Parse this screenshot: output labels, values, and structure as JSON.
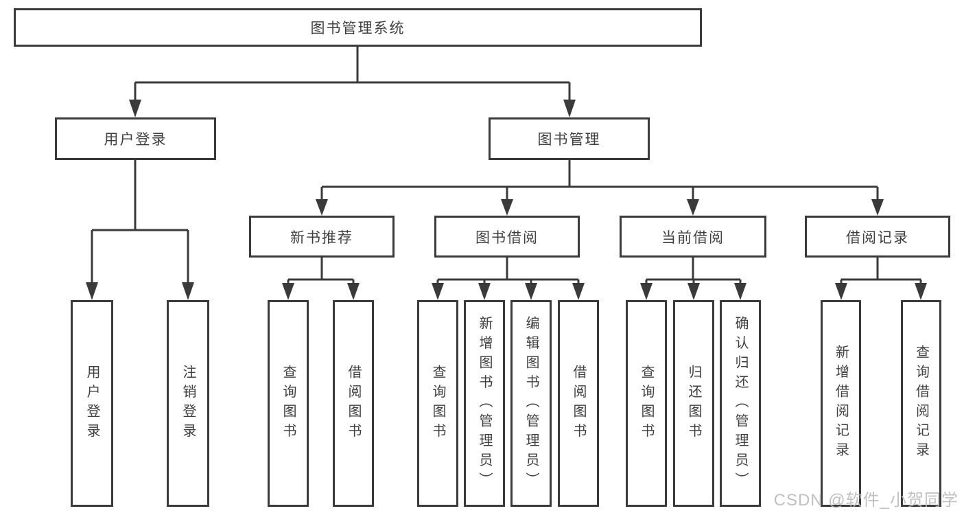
{
  "tree": {
    "root": {
      "label": "图书管理系统"
    },
    "branches": [
      {
        "label": "用户登录",
        "children": [
          {
            "label": "用户登录"
          },
          {
            "label": "注销登录"
          }
        ]
      },
      {
        "label": "图书管理",
        "children": [
          {
            "label": "新书推荐",
            "children": [
              {
                "label": "查询图书"
              },
              {
                "label": "借阅图书"
              }
            ]
          },
          {
            "label": "图书借阅",
            "children": [
              {
                "label": "查询图书"
              },
              {
                "label": "新增图书（管理员）"
              },
              {
                "label": "编辑图书（管理员）"
              },
              {
                "label": "借阅图书"
              }
            ]
          },
          {
            "label": "当前借阅",
            "children": [
              {
                "label": "查询图书"
              },
              {
                "label": "归还图书"
              },
              {
                "label": "确认归还（管理员）"
              }
            ]
          },
          {
            "label": "借阅记录",
            "children": [
              {
                "label": "新增借阅记录"
              },
              {
                "label": "查询借阅记录"
              }
            ]
          }
        ]
      }
    ]
  },
  "watermark": {
    "text": "CSDN @软件_小贺同学"
  },
  "colors": {
    "line": "#3a3a3a",
    "text": "#404040",
    "watermark": "#b9b9b9",
    "background": "#ffffff"
  }
}
